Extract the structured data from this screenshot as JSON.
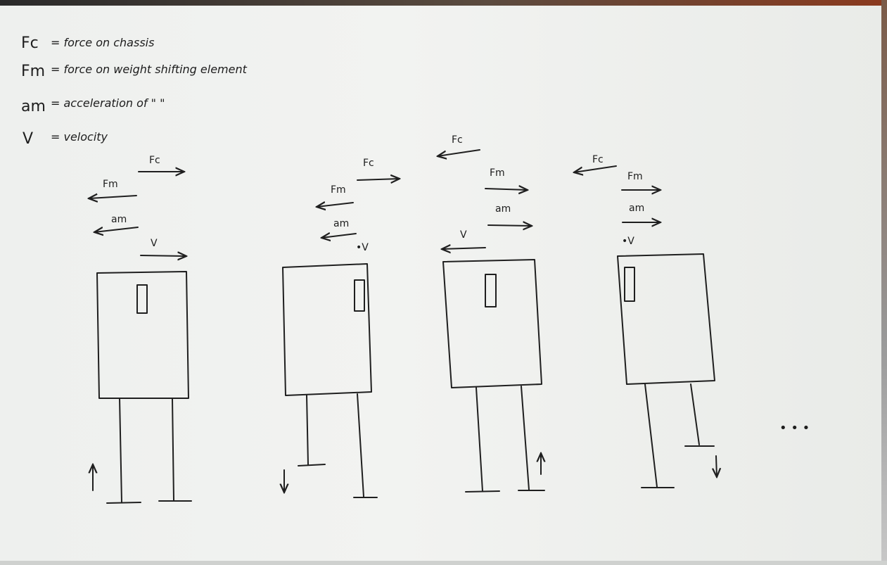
{
  "legend": [
    {
      "symbol": "Fc",
      "text": "= force on chassis"
    },
    {
      "symbol": "Fm",
      "text": "= force on weight shifting element"
    },
    {
      "symbol": "am",
      "text": "= acceleration of \"  \""
    },
    {
      "symbol": "V",
      "text": "= velocity"
    }
  ],
  "labels": {
    "fc": "Fc",
    "fm": "Fm",
    "am": "am",
    "v": "V",
    "dot_v": "•V",
    "ellipsis": "• • •"
  }
}
